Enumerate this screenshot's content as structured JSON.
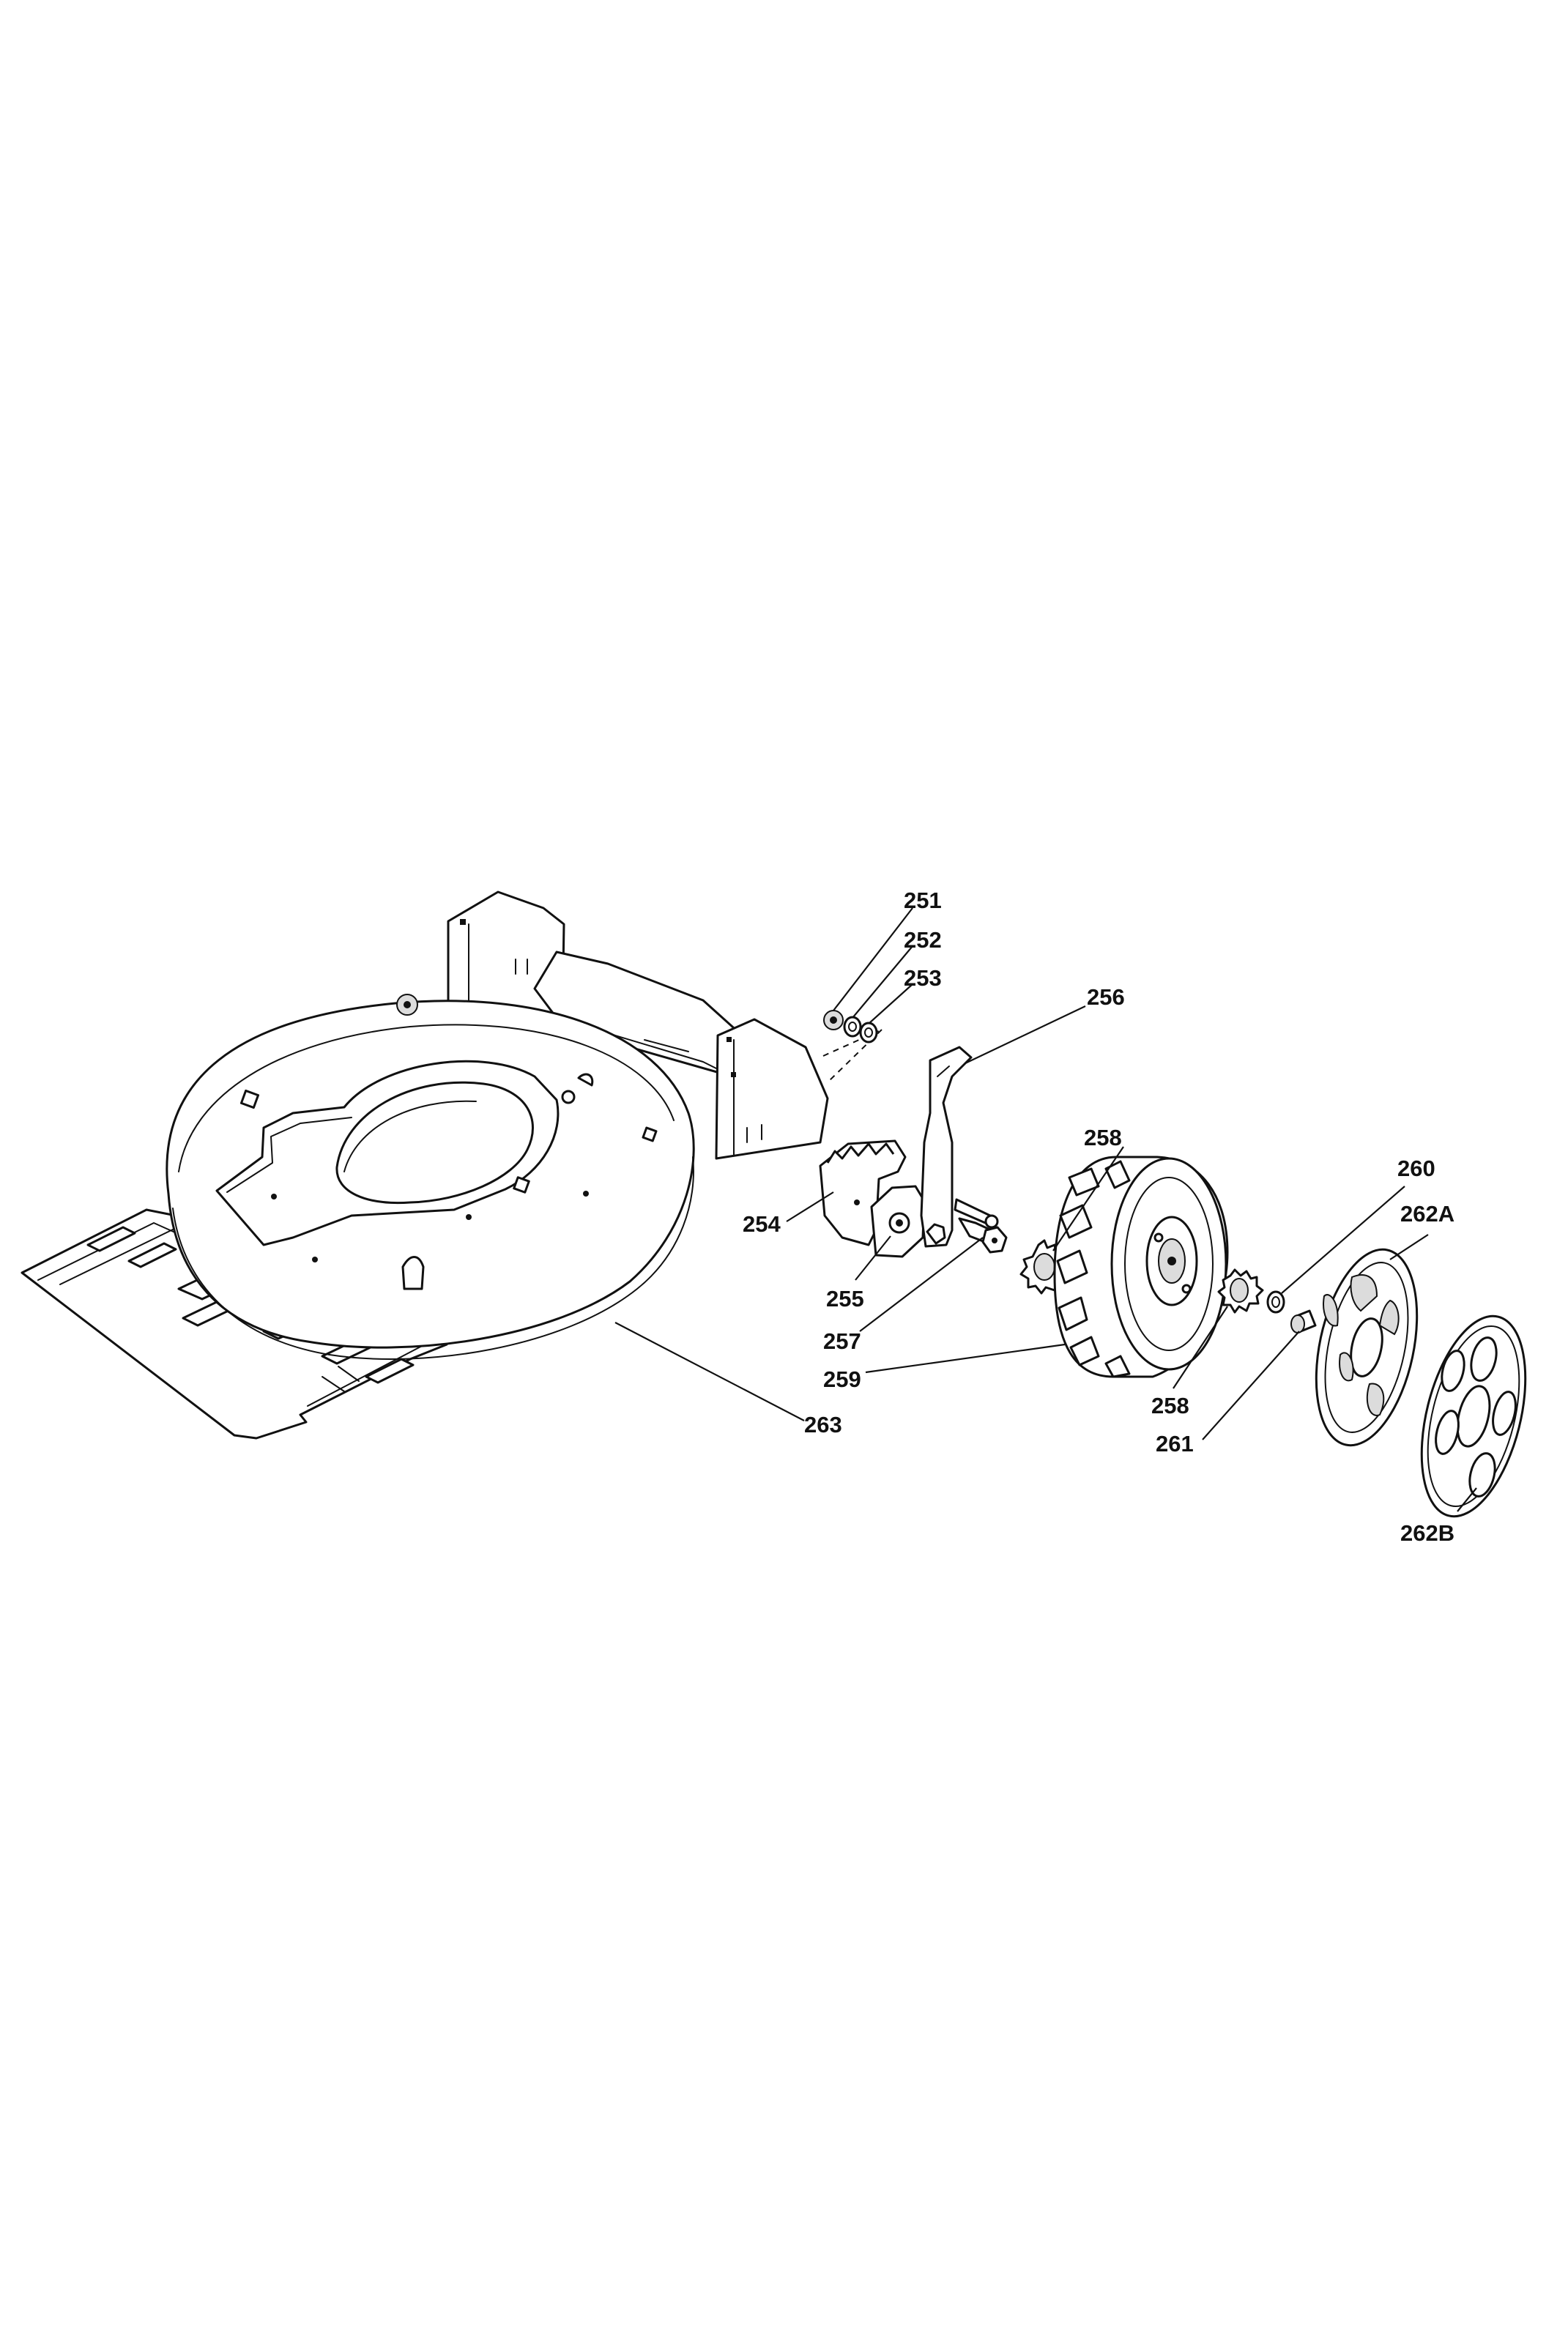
{
  "labels": {
    "p251": "251",
    "p252": "252",
    "p253": "253",
    "p254": "254",
    "p255": "255",
    "p256": "256",
    "p257": "257",
    "p258a": "258",
    "p258b": "258",
    "p259": "259",
    "p260": "260",
    "p261": "261",
    "p262a": "262A",
    "p262b": "262B",
    "p263": "263"
  },
  "colors": {
    "line": "#111111",
    "background": "#ffffff",
    "shade": "#dcdcdc"
  },
  "icons": {
    "deck": "mower-deck-drawing",
    "wheel": "wheel-drawing",
    "hubcap": "hubcap-drawing"
  }
}
